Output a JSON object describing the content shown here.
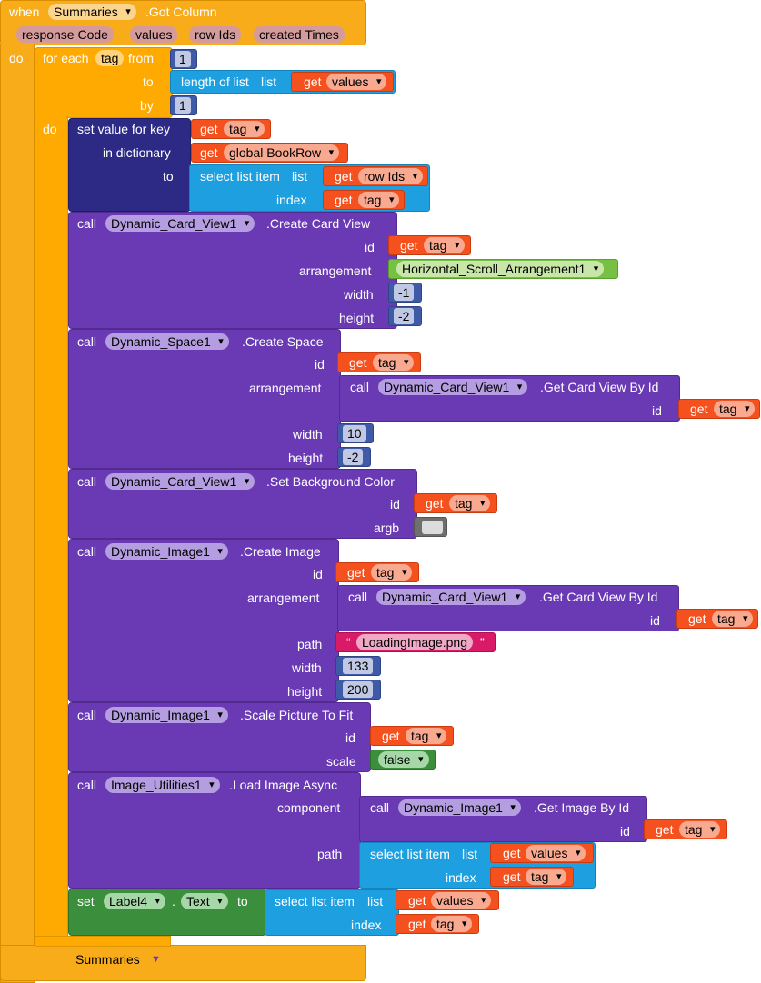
{
  "event": {
    "when": "when",
    "component": "Summaries",
    "event_name": ".Got Column",
    "params": [
      "response Code",
      "values",
      "row Ids",
      "created Times"
    ],
    "do": "do",
    "footer_component": "Summaries"
  },
  "loop": {
    "for_each": "for each",
    "var": "tag",
    "from": "from",
    "from_val": "1",
    "to": "to",
    "length_of_list": "length of list",
    "list": "list",
    "by": "by",
    "by_val": "1",
    "do": "do"
  },
  "common": {
    "get": "get",
    "call": "call",
    "tag": "tag",
    "values": "values",
    "row_ids": "row Ids",
    "id": "id",
    "arrangement": "arrangement",
    "width": "width",
    "height": "height",
    "select_list_item": "select list item",
    "list": "list",
    "index": "index",
    "path": "path",
    "get_card_view": ".Get Card View By Id"
  },
  "dict": {
    "set_value": "set value for key",
    "in_dictionary": "in dictionary",
    "to": "to",
    "global": "global BookRow"
  },
  "card": {
    "component": "Dynamic_Card_View1",
    "method": ".Create Card View",
    "arrangement": "Horizontal_Scroll_Arrangement1",
    "width": "-1",
    "height": "-2"
  },
  "space": {
    "component": "Dynamic_Space1",
    "method": ".Create Space",
    "width": "10",
    "height": "-2"
  },
  "bg": {
    "component": "Dynamic_Card_View1",
    "method": ".Set Background Color",
    "argb": "argb"
  },
  "image": {
    "component": "Dynamic_Image1",
    "method": ".Create Image",
    "path_value": "LoadingImage.png",
    "width": "133",
    "height": "200"
  },
  "scale": {
    "component": "Dynamic_Image1",
    "method": ".Scale Picture To Fit",
    "scale": "scale",
    "value": "false"
  },
  "load": {
    "component": "Image_Utilities1",
    "method": ".Load Image Async",
    "component_label": "component",
    "img_component": "Dynamic_Image1",
    "img_method": ".Get Image By Id"
  },
  "setlabel": {
    "set": "set",
    "component": "Label4",
    "dot": ".",
    "property": "Text",
    "to": "to"
  },
  "colors": {
    "event": "#f8ac1a",
    "control": "#ffaa00",
    "component": "#6a3ab4",
    "get": "#f4511e",
    "list": "#1ea0e0",
    "dictionary": "#2d2a86",
    "math": "#3f5ba8",
    "text": "#d91b67",
    "logic": "#3b8f3c"
  }
}
